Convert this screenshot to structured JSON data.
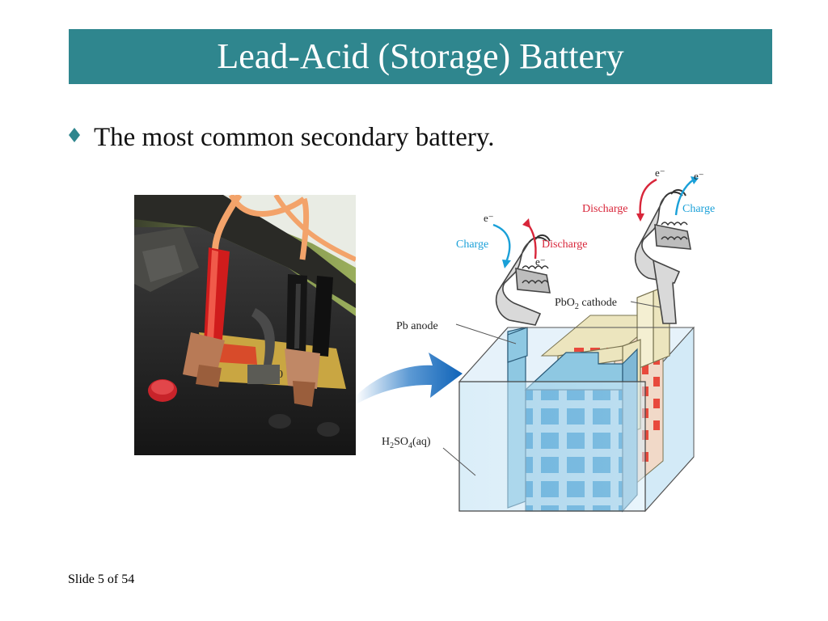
{
  "slide": {
    "title": "Lead-Acid (Storage) Battery",
    "bullets": [
      {
        "icon": "diamond-bullet-icon",
        "text": "The most common secondary battery."
      }
    ],
    "footer": "Slide 5 of 54"
  },
  "diagram": {
    "labels": {
      "electron_left": "e⁻",
      "electron_left_bottom": "e⁻",
      "charge_left": "Charge",
      "discharge_left": "Discharge",
      "electron_right_a": "e⁻",
      "electron_right_b": "e⁻",
      "discharge_right": "Discharge",
      "charge_right": "Charge",
      "anode": "Pb anode",
      "cathode_prefix": "PbO",
      "cathode_sub": "2",
      "cathode_suffix": " cathode",
      "electrolyte_h": "H",
      "electrolyte_sub1": "2",
      "electrolyte_so": "SO",
      "electrolyte_sub2": "4",
      "electrolyte_state": "(aq)"
    }
  },
  "colors": {
    "title_bg": "#2f868e",
    "charge": "#1aa0d8",
    "discharge": "#d8263a",
    "anode": "#8ec8e2",
    "cathode": "#ece5be",
    "grid_blue": "#1383c4",
    "grid_red": "#e8493c"
  }
}
